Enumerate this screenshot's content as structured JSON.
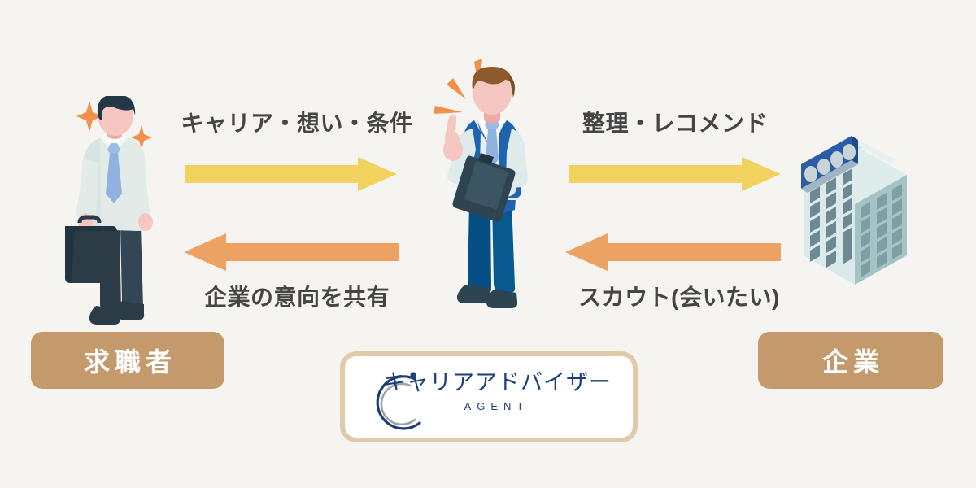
{
  "page": {
    "background_color": "#f6f4f1",
    "title": "キャリアアドバイザー 仲介フロー図"
  },
  "colors": {
    "background": "#f6f4f1",
    "arrow_forward": "#f2d25e",
    "arrow_back": "#eda264",
    "pill_background": "#c49a6c",
    "pill_text": "#ffffff",
    "label_text": "#454545",
    "logo_navy": "#1d3f77",
    "logo_border": "#e3c9ab",
    "spark_orange": "#f2904a",
    "building_light": "#dde9ea",
    "building_side": "#a4c3c4",
    "building_sign": "#2a5ca8",
    "advisor_vest": "#1f62ae",
    "advisor_pants": "#064f84",
    "seeker_suit": "#e2ebe8",
    "seeker_dark": "#2b3c47",
    "tie_blue": "#8fb2de",
    "skin": "#f6c6c1"
  },
  "flows": [
    {
      "id": "seeker-to-advisor",
      "label": "キャリア・想い・条件",
      "direction": "right",
      "color": "#f2d25e"
    },
    {
      "id": "advisor-to-company",
      "label": "整理・レコメンド",
      "direction": "right",
      "color": "#f2d25e"
    },
    {
      "id": "advisor-to-seeker",
      "label": "企業の意向を共有",
      "direction": "left",
      "color": "#eda264"
    },
    {
      "id": "company-to-advisor",
      "label": "スカウト(会いたい)",
      "direction": "left",
      "color": "#eda264"
    }
  ],
  "endpoints": {
    "left": {
      "pill_label": "求職者",
      "figure_name": "job-seeker-illustration"
    },
    "right": {
      "pill_label": "企業",
      "figure_name": "office-building-illustration"
    }
  },
  "center": {
    "figure_name": "career-advisor-illustration",
    "logo": {
      "main_text": "キャリアアドバイザー",
      "sub_text": "AGENT",
      "mark_name": "circular-arc-mark"
    }
  }
}
